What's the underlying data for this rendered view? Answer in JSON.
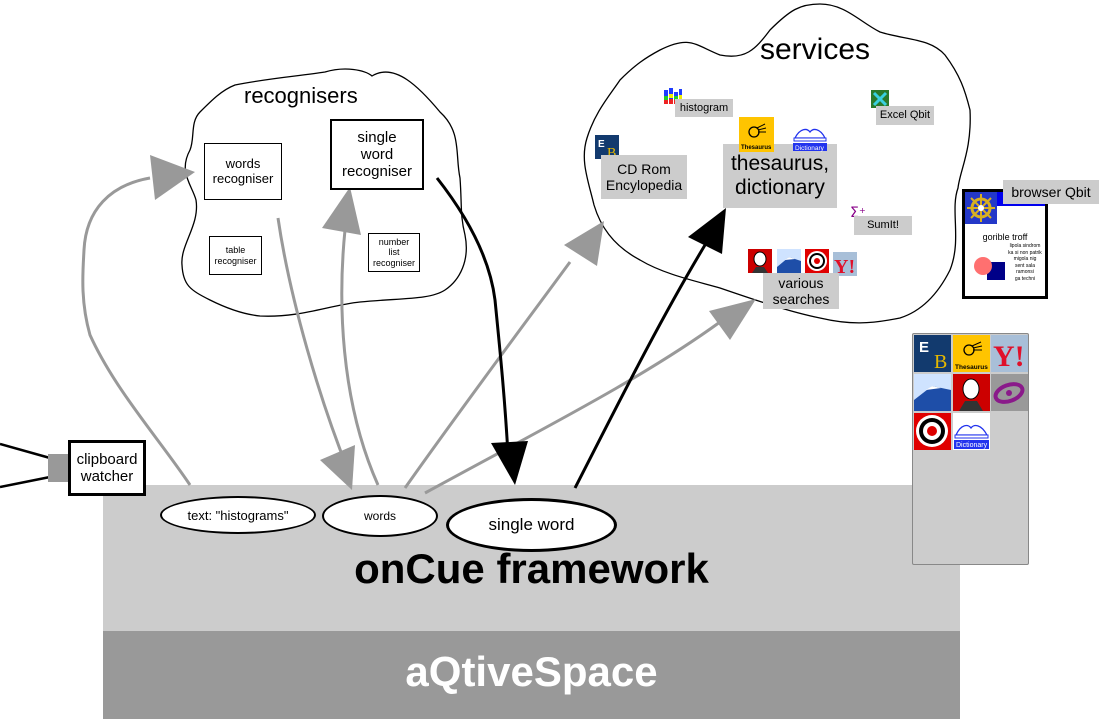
{
  "layers": {
    "framework": "onCue framework",
    "platform": "aQtiveSpace"
  },
  "clipboard_watcher": "clipboard\nwatcher",
  "data_items": {
    "text": "text: \"histograms\"",
    "words": "words",
    "single_word": "single word"
  },
  "recognisers": {
    "title": "recognisers",
    "items": [
      {
        "label": "words\nrecogniser"
      },
      {
        "label": "single\nword\nrecogniser"
      },
      {
        "label": "table\nrecogniser"
      },
      {
        "label": "number\nlist\nrecogniser"
      }
    ]
  },
  "services": {
    "title": "services",
    "items": [
      {
        "label": "histogram",
        "icon": "histogram-icon"
      },
      {
        "label": "Excel Qbit",
        "icon": "excel-icon"
      },
      {
        "label": "CD Rom\nEncylopedia",
        "icon": "encyclopedia-britannica-icon"
      },
      {
        "label": "thesaurus,\ndictionary",
        "icons": [
          "thesaurus-icon",
          "dictionary-icon"
        ]
      },
      {
        "label": "SumIt!",
        "icon": "sigma-icon"
      },
      {
        "label": "various\nsearches",
        "icons": [
          "person-icon",
          "mountain-icon",
          "target-icon",
          "yahoo-icon"
        ]
      }
    ],
    "icon_captions": {
      "thesaurus": "Thesaurus",
      "dictionary": "Dictionary",
      "yahoo": "Y!",
      "eb": "E"
    }
  },
  "browser_qbit": {
    "label": "browser Qbit",
    "page_title": "gorible troff",
    "page_text": "lipola sindrom\nka si non patrik\nmigola nig\nsent sala\nramonsi\nga techni"
  },
  "palette": {
    "title": "service palette",
    "icons": [
      "encyclopedia-britannica-icon",
      "thesaurus-icon",
      "yahoo-icon",
      "mountain-icon",
      "person-icon",
      "galaxy-icon",
      "target-icon",
      "dictionary-icon"
    ]
  },
  "colors": {
    "framework_bg": "#cccccc",
    "platform_bg": "#999999",
    "arrow_gray": "#999999",
    "arrow_black": "#000000",
    "label_gray": "#cccccc"
  }
}
